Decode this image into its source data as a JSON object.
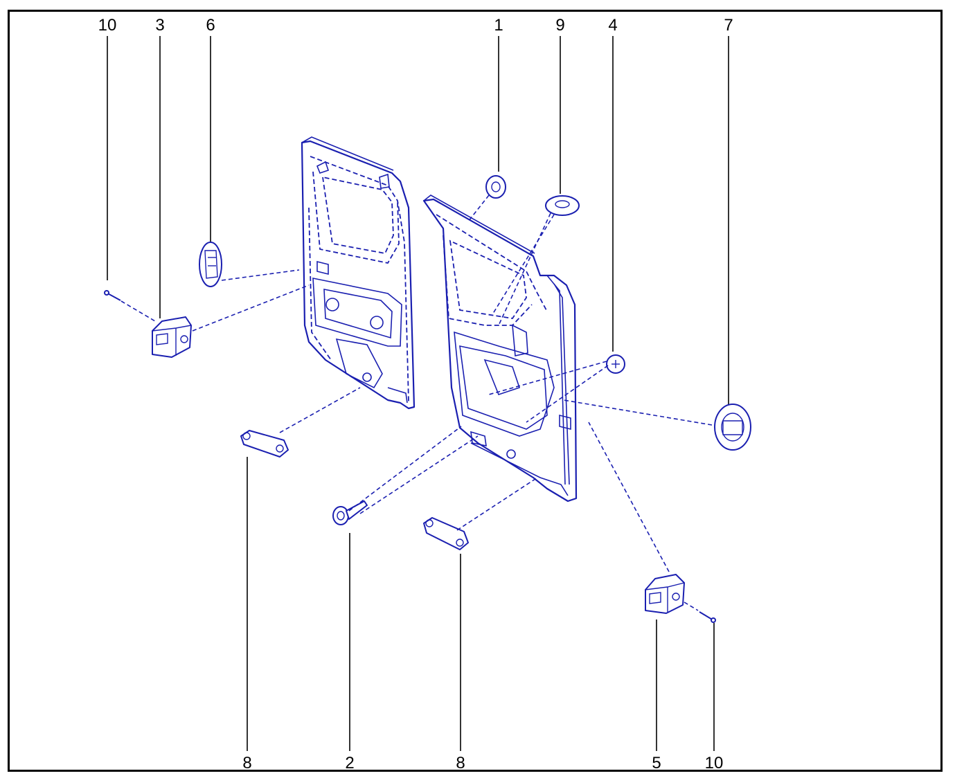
{
  "callouts": [
    {
      "id": "c10a",
      "text": "10"
    },
    {
      "id": "c3",
      "text": "3"
    },
    {
      "id": "c6",
      "text": "6"
    },
    {
      "id": "c1",
      "text": "1"
    },
    {
      "id": "c9",
      "text": "9"
    },
    {
      "id": "c4",
      "text": "4"
    },
    {
      "id": "c7",
      "text": "7"
    },
    {
      "id": "c8a",
      "text": "8"
    },
    {
      "id": "c2",
      "text": "2"
    },
    {
      "id": "c8b",
      "text": "8"
    },
    {
      "id": "c5",
      "text": "5"
    },
    {
      "id": "c10b",
      "text": "10"
    }
  ],
  "colors": {
    "line_art": "#1a1fb0",
    "frame": "#000000"
  }
}
